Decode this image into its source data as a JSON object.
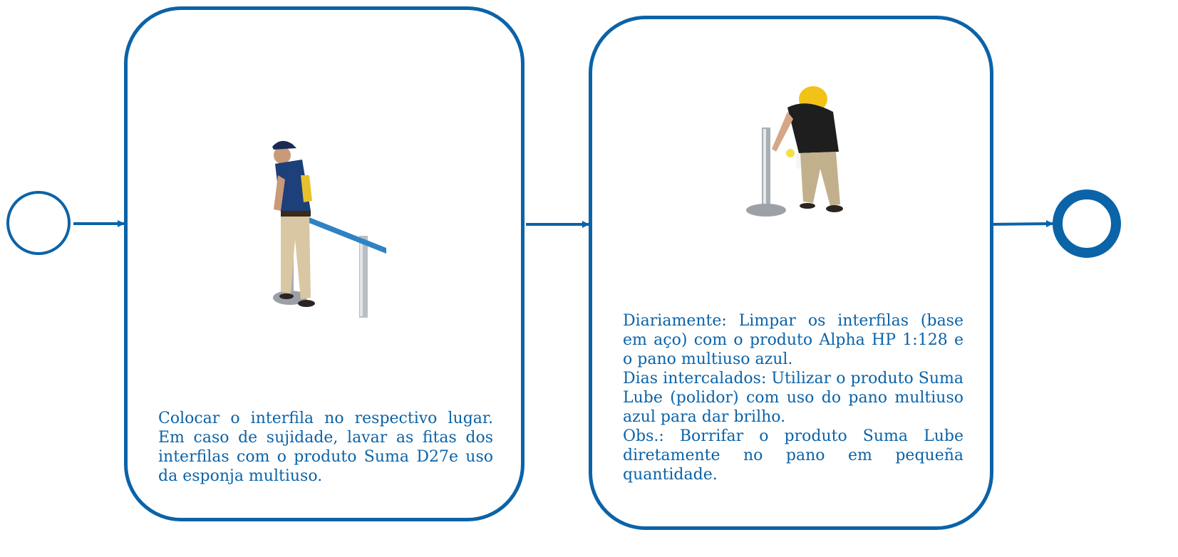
{
  "colors": {
    "accent": "#0b63a8"
  },
  "task1": {
    "illustration": "worker-adjusting-stanchion-icon",
    "text": "Colocar o interfila no respectivo lugar. Em caso de sujidade, lavar as fitas dos interfilas com o produto Suma D27e uso da esponja multiuso."
  },
  "task2": {
    "illustration": "worker-cleaning-post-icon",
    "lines": [
      "Diariamente: Limpar os interfilas (base em aço) com o produto Alpha HP 1:128 e o pano multiuso azul.",
      "Dias intercalados: Utilizar o produto Suma Lube  (polidor) com uso do pano multiuso azul para dar brilho.",
      "Obs.: Borrifar o produto Suma Lube diretamente no pano em pequeña quantidade."
    ]
  }
}
